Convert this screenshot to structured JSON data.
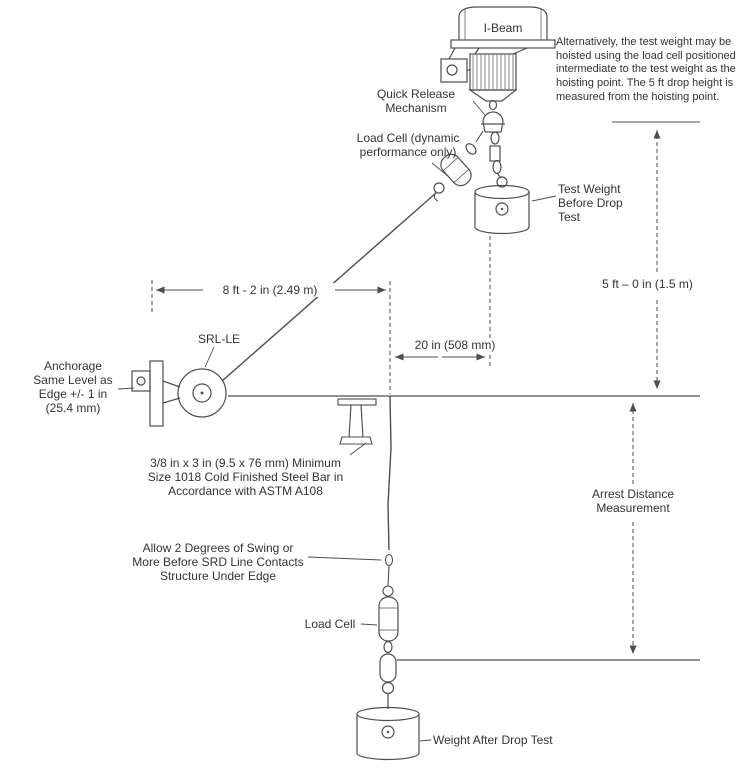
{
  "figure": {
    "labels": {
      "i_beam": "I-Beam",
      "alt_note": "Alternatively, the test weight may be hoisted using the load cell positioned intermediate to the test weight as the hoisting point. The 5 ft drop height is measured from the hoisting point.",
      "quick_release": "Quick Release Mechanism",
      "load_cell_dynamic": "Load Cell (dynamic performance only)",
      "test_weight_before": "Test Weight Before Drop Test",
      "drop_height_dim": "5 ft – 0 in (1.5 m)",
      "setback_dim": "8 ft - 2 in (2.49 m)",
      "srl": "SRL-LE",
      "edge_offset_dim": "20 in (508 mm)",
      "anchorage_note": "Anchorage Same Level as Edge +/- 1 in (25.4 mm)",
      "steel_bar_note": "3/8 in x 3 in (9.5 x 76 mm) Minimum Size 1018 Cold Finished Steel Bar in Accordance with ASTM A108",
      "swing_note": "Allow 2 Degrees of Swing or More Before SRD Line Contacts Structure Under Edge",
      "load_cell": "Load Cell",
      "arrest_distance": "Arrest Distance Measurement",
      "weight_after": "Weight After Drop Test"
    },
    "colors": {
      "line": "#4d4d4d",
      "text": "#333333",
      "background": "#ffffff"
    }
  }
}
